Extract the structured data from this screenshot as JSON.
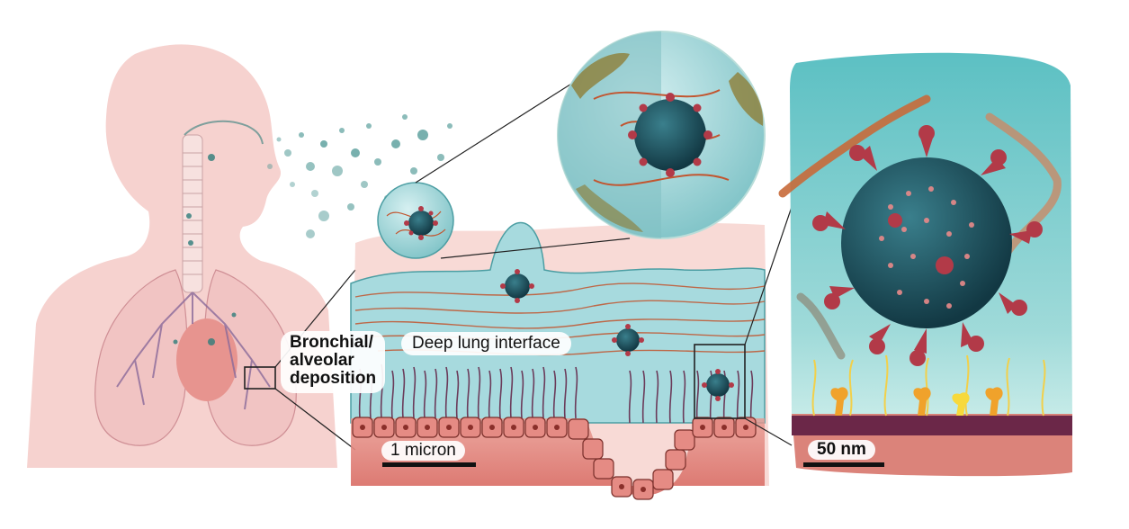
{
  "labels": {
    "deposition_line1": "Bronchial/",
    "deposition_line2": "alveolar",
    "deposition_line3": "deposition",
    "deep_lung": "Deep lung interface",
    "scale_micron": "1 micron",
    "scale_nm": "50 nm"
  },
  "colors": {
    "body_silhouette": "#f6d2cf",
    "lung": "#f2c6c4",
    "airway_blue": "#2f7d7a",
    "mucus": "#9fd3d6",
    "tissue": "#d86b64",
    "virus_core": "#1f4f5a",
    "spike": "#b23a48",
    "fiber": "#c2552f"
  },
  "icons": {
    "virus": "coronavirus-icon",
    "aerosol": "droplet-icon"
  }
}
